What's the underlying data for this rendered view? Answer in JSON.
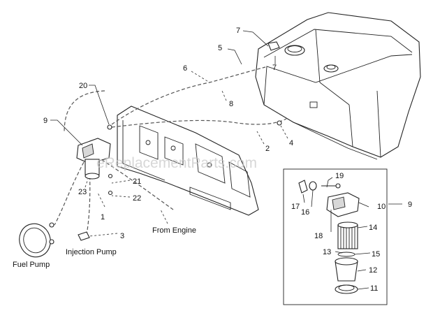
{
  "watermark": "eReplacementParts.com",
  "callouts": {
    "c1": "1",
    "c2": "2",
    "c3": "3",
    "c4": "4",
    "c5": "5",
    "c6": "6",
    "c7a": "7",
    "c7b": "7",
    "c8": "8",
    "c9a": "9",
    "c9b": "9",
    "c10": "10",
    "c11": "11",
    "c12": "12",
    "c13": "13",
    "c14": "14",
    "c15": "15",
    "c16": "16",
    "c17": "17",
    "c18": "18",
    "c19": "19",
    "c20": "20",
    "c21": "21",
    "c22": "22",
    "c23": "23"
  },
  "labels": {
    "from_engine": "From Engine",
    "injection_pump": "Injection Pump",
    "fuel_pump": "Fuel Pump"
  }
}
